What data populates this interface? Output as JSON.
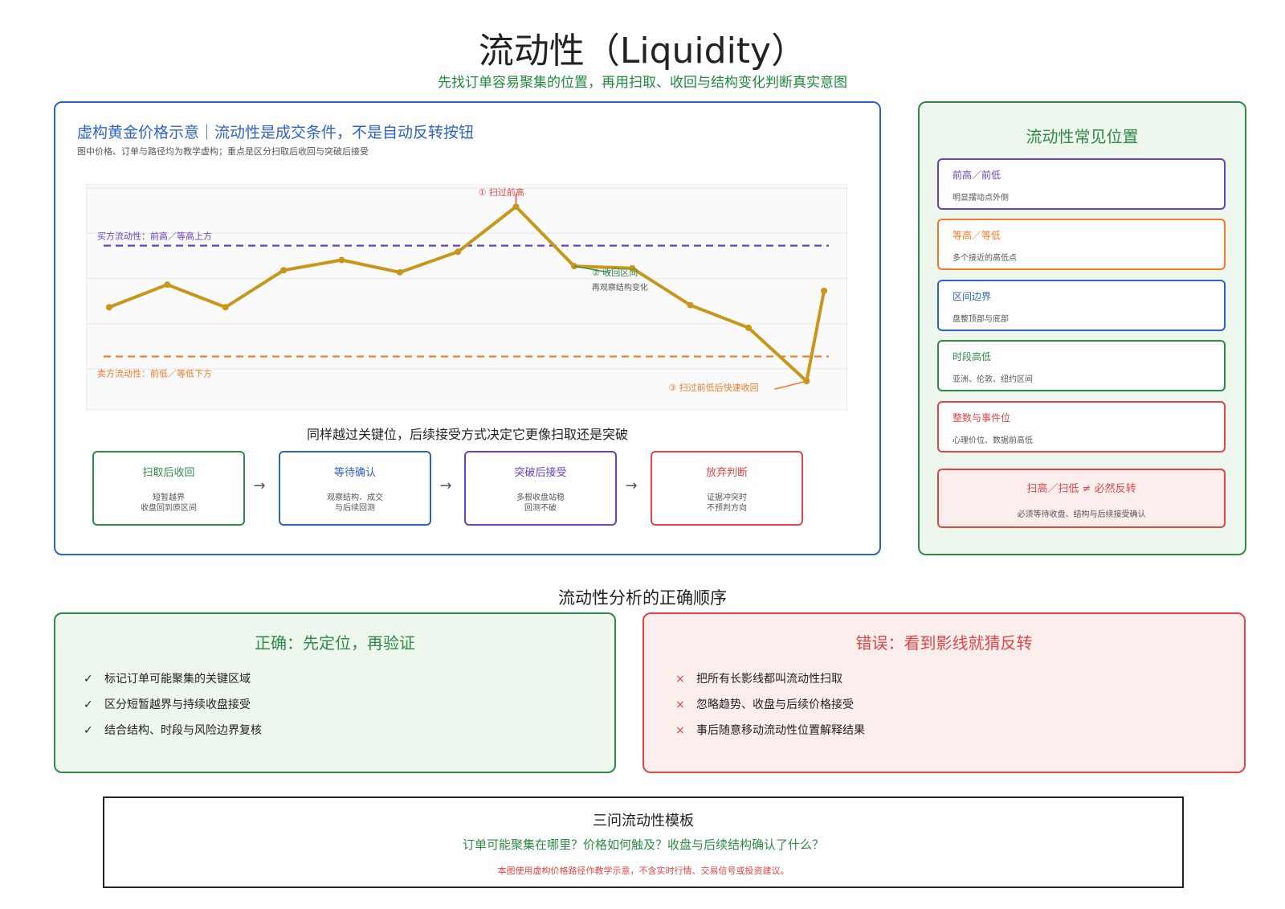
{
  "header": {
    "title": "流动性（Liquidity）",
    "subtitle": "先找订单容易聚集的位置，再用扫取、收回与结构变化判断真实意图"
  },
  "chart_panel": {
    "title": "虚构黄金价格示意｜流动性是成交条件，不是自动反转按钮",
    "note": "图中价格、订单与路径均为教学虚构；重点是区分扫取后收回与突破后接受",
    "caption": "同样越过关键位，后续接受方式决定它更像扫取还是突破",
    "colors": {
      "price": "#c9961c",
      "buy_line": "#6a3fc2",
      "sell_line": "#f07a2a",
      "sweep": "#e04646",
      "reclaim": "#2e8b46"
    }
  },
  "chart_data": {
    "type": "line",
    "x": [
      0,
      1,
      2,
      3,
      4,
      5,
      6,
      7,
      8,
      9,
      10,
      11,
      12,
      12.3
    ],
    "series": [
      {
        "values": [
          5,
          6.1,
          5.0,
          6.8,
          7.3,
          6.7,
          7.7,
          9.9,
          7.0,
          6.9,
          5.1,
          4.0,
          1.4,
          5.8
        ]
      }
    ],
    "ylim": [
      0,
      11
    ],
    "xlim": [
      -0.4,
      12.7
    ],
    "reference_lines": [
      {
        "label": "买方流动性：前高／等高上方",
        "value": 8.0
      },
      {
        "label": "卖方流动性：前低／等低下方",
        "value": 2.6
      }
    ],
    "annotations": {
      "sweep_high": "① 扫过前高",
      "reclaim": "② 收回区间",
      "reclaim_sub": "再观察结构变化",
      "sweep_low": "③ 扫过前低后快速收回"
    },
    "grid": true
  },
  "flow": [
    {
      "title": "扫取后收回",
      "desc": "短暂越界\n收盘回到原区间",
      "color": "#2e8b46"
    },
    {
      "title": "等待确认",
      "desc": "观察结构、成交\n与后续回测",
      "color": "#2f62c9"
    },
    {
      "title": "突破后接受",
      "desc": "多根收盘站稳\n回测不破",
      "color": "#6a3fc2"
    },
    {
      "title": "放弃判断",
      "desc": "证据冲突时\n不预判方向",
      "color": "#e04646"
    }
  ],
  "flow_arrow": "→",
  "side": {
    "title": "流动性常见位置",
    "items": [
      {
        "title": "前高／前低",
        "desc": "明显摆动点外侧",
        "color": "#6a3fc2"
      },
      {
        "title": "等高／等低",
        "desc": "多个接近的高低点",
        "color": "#f07a2a"
      },
      {
        "title": "区间边界",
        "desc": "盘整顶部与底部",
        "color": "#2f62c9"
      },
      {
        "title": "时段高低",
        "desc": "亚洲、伦敦、纽约区间",
        "color": "#2e8b46"
      },
      {
        "title": "整数与事件位",
        "desc": "心理价位、数据前高低",
        "color": "#e04646"
      }
    ],
    "warning": {
      "title": "扫高／扫低 ≠ 必然反转",
      "desc": "必须等待收盘、结构与后续接受确认"
    }
  },
  "order": {
    "title": "流动性分析的正确顺序",
    "good": {
      "title": "正确：先定位，再验证",
      "mark": "✓",
      "items": [
        "标记订单可能聚集的关键区域",
        "区分短暂越界与持续收盘接受",
        "结合结构、时段与风险边界复核"
      ]
    },
    "bad": {
      "title": "错误：看到影线就猜反转",
      "mark": "×",
      "items": [
        "把所有长影线都叫流动性扫取",
        "忽略趋势、收盘与后续价格接受",
        "事后随意移动流动性位置解释结果"
      ]
    }
  },
  "template": {
    "title": "三问流动性模板",
    "questions": "订单可能聚集在哪里？价格如何触及？收盘与后续结构确认了什么？",
    "disclaimer": "本图使用虚构价格路径作教学示意，不含实时行情、交易信号或投资建议。"
  }
}
